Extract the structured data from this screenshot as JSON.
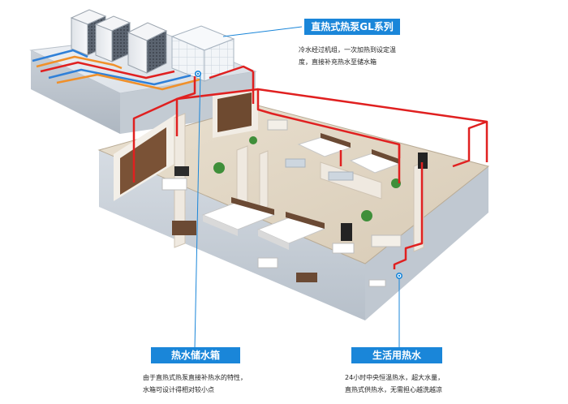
{
  "callouts": {
    "heat_pump": {
      "title": "直热式热泵GL系列",
      "lines": [
        "冷水经过机组，一次加热到设定温",
        "度，直接补充热水至储水箱"
      ]
    },
    "storage_tank": {
      "title": "热水储水箱",
      "lines": [
        "由于直热式热泵直接补热水的特性，",
        "水箱可设计得相对较小点"
      ]
    },
    "domestic_hot_water": {
      "title": "生活用热水",
      "lines": [
        "24小时中央恒温热水，超大水量，",
        "直热式供热水，无需担心越洗越凉"
      ]
    }
  },
  "colors": {
    "accent": "#1a86d9",
    "hot_pipe": "#e02020",
    "cold_pipe": "#2f80d8",
    "orange_pipe": "#f0902a"
  }
}
